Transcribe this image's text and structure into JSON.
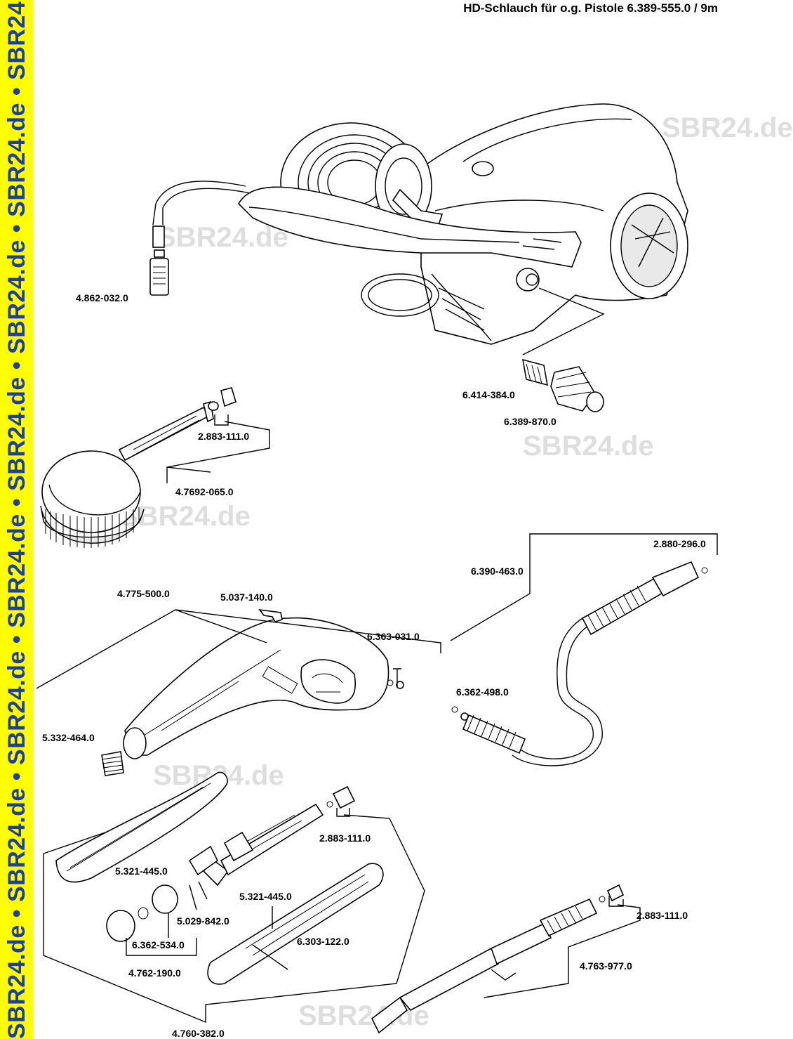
{
  "header": {
    "title": "HD-Schlauch für o.g. Pistole 6.389-555.0 / 9m"
  },
  "sidebar": {
    "watermark_text": "SBR24.de • SBR24.de • SBR24.de • SBR24.de • SBR24.de • SBR24.de • SBR24.de • SBR24.de • SBR24.de • SBR24.de • SBR24.de"
  },
  "watermark": {
    "text": "SBR24.de"
  },
  "part_numbers": {
    "p4862_032": "4.862-032.0",
    "p6414_384": "6.414-384.0",
    "p6389_870": "6.389-870.0",
    "p2883_111_a": "2.883-111.0",
    "p4769_206": "4.7692-065.0",
    "p2880_296": "2.880-296.0",
    "p6390_463": "6.390-463.0",
    "p4775_500": "4.775-500.0",
    "p5037_140": "5.037-140.0",
    "p6363_031": "6.363-031.0",
    "p6362_498": "6.362-498.0",
    "p5332_464": "5.332-464.0",
    "p2883_111_b": "2.883-111.0",
    "p5321_445_a": "5.321-445.0",
    "p5321_445_b": "5.321-445.0",
    "p5029_842": "5.029-842.0",
    "p6303_122": "6.303-122.0",
    "p6362_534": "6.362-534.0",
    "p4762_190": "4.762-190.0",
    "p2883_111_c": "2.883-111.0",
    "p4763_977": "4.763-977.0",
    "p4760_382": "4.760-382.0"
  },
  "colors": {
    "sidebar_bg": "#ffff00",
    "sidebar_text": "#1f3f9e",
    "watermark": "#dedede",
    "ink": "#000000"
  }
}
